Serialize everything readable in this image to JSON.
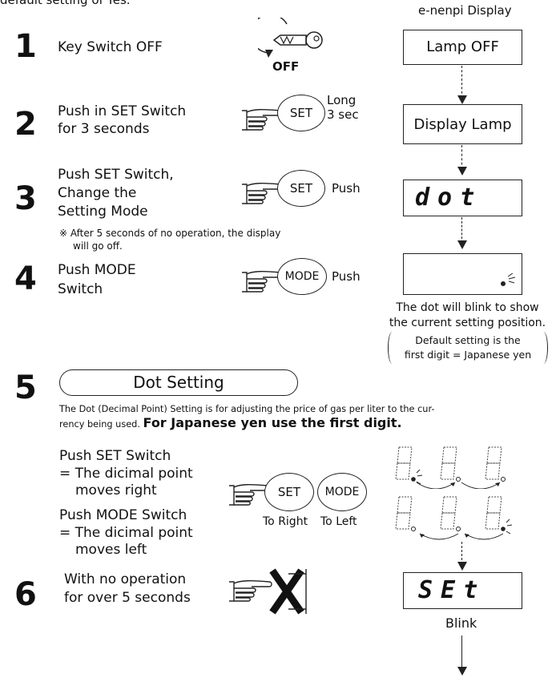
{
  "header": {
    "top_cut_text": "default setting of Yes.",
    "column_title": "e-nenpi Display"
  },
  "steps": [
    {
      "number": "1",
      "text": "Key Switch OFF",
      "icon_label": "OFF"
    },
    {
      "number": "2",
      "text_lines": [
        "Push in SET Switch",
        "for 3 seconds"
      ],
      "button": "SET",
      "action_lines": [
        "Long",
        "3 sec"
      ]
    },
    {
      "number": "3",
      "text_lines": [
        "Push SET Switch,",
        "Change the",
        "Setting Mode"
      ],
      "button": "SET",
      "action": "Push",
      "note_lines": [
        "※ After 5 seconds of no operation, the display",
        "will go off."
      ]
    },
    {
      "number": "4",
      "text_lines": [
        "Push MODE",
        "Switch"
      ],
      "button": "MODE",
      "action": "Push"
    },
    {
      "number": "5",
      "title": "Dot Setting"
    },
    {
      "number": "6",
      "text_lines": [
        "With no operation",
        "for over 5 seconds"
      ]
    }
  ],
  "display": {
    "lamp_off": "Lamp OFF",
    "display_lamp": "Display Lamp",
    "dot": "dot",
    "blink_caption_lines": [
      "The dot will blink to show",
      "the current setting position."
    ],
    "default_lines": [
      "Default setting is the",
      "first digit = Japanese yen"
    ],
    "set": "SEt",
    "blink": "Blink"
  },
  "dot_setting": {
    "desc_lines": [
      "The Dot (Decimal Point) Setting is for adjusting the price of gas per liter to the cur-",
      "rency being used."
    ],
    "desc_emphasis": "For Japanese yen use the first digit.",
    "push_set": "Push SET Switch",
    "set_effect_lines": [
      "= The dicimal point",
      "moves right"
    ],
    "push_mode": "Push MODE Switch",
    "mode_effect_lines": [
      "= The dicimal point",
      "moves left"
    ],
    "button_set": "SET",
    "button_mode": "MODE",
    "to_right": "To Right",
    "to_left": "To Left"
  }
}
